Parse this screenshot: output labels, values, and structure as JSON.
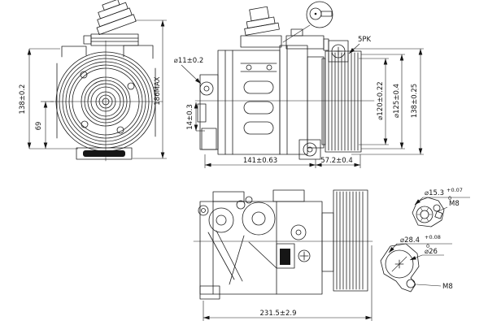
{
  "colors": {
    "line": "#1c1c1c",
    "background": "#ffffff"
  },
  "views": {
    "front": {
      "dim_height": "138±0.2",
      "dim_half": "69",
      "dim_overall": "186MAX"
    },
    "side": {
      "dim_port_dia": "⌀11±0.2",
      "dim_offset": "14±0.3",
      "dim_length": "141±0.63",
      "dim_pulley_depth": "57.2±0.4",
      "belt_type": "5PK",
      "dim_groove_dia": "⌀120±0.22",
      "dim_pulley_dia": "⌀125±0.4",
      "dim_pulley_height": "138±0.25"
    },
    "bottom": {
      "dim_total_length": "231.5±2.9"
    }
  },
  "ports": {
    "small_port": {
      "dia": "⌀15.3",
      "tol_upper": "+0.07",
      "tol_lower": "0",
      "thread": "M8"
    },
    "large_port": {
      "dia": "⌀28.4",
      "tol_upper": "+0.08",
      "tol_lower": "0",
      "inner_dia": "⌀26",
      "thread": "M8"
    }
  }
}
